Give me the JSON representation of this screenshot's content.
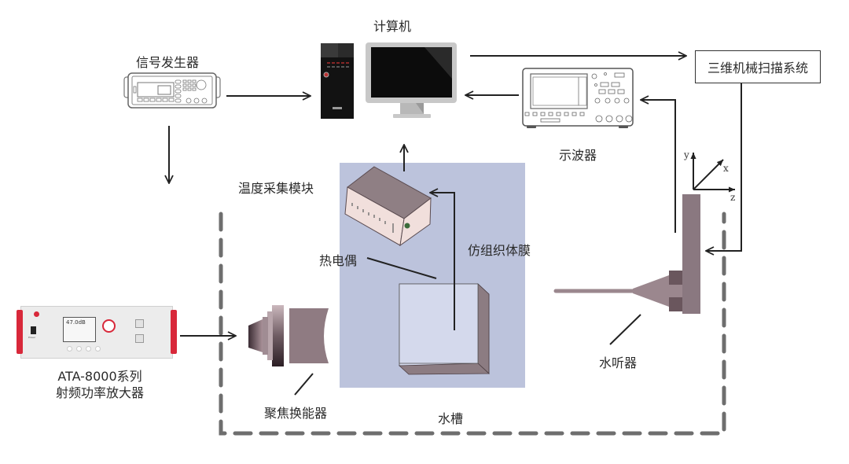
{
  "diagram": {
    "title": "",
    "components": {
      "signal_generator": "信号发生器",
      "computer": "计算机",
      "scanning_system": "三维机械扫描系统",
      "oscilloscope": "示波器",
      "temperature_module": "温度采集模块",
      "thermocouple": "热电偶",
      "tissue_phantom": "仿组织体膜",
      "amplifier_line1": "ATA-8000系列",
      "amplifier_line2": "射频功率放大器",
      "focused_transducer": "聚焦换能器",
      "hydrophone": "水听器",
      "water_tank": "水槽"
    },
    "amplifier_screen": {
      "reading": "47.0dB",
      "power_label": "Power"
    },
    "axes": {
      "x": "x",
      "y": "y",
      "z": "z"
    },
    "connections": [
      {
        "from": "信号发生器",
        "to": "计算机"
      },
      {
        "from": "信号发生器",
        "to": "ATA-8000系列射频功率放大器"
      },
      {
        "from": "ATA-8000系列射频功率放大器",
        "to": "聚焦换能器"
      },
      {
        "from": "计算机",
        "to": "三维机械扫描系统"
      },
      {
        "from": "三维机械扫描系统",
        "to": "水听器"
      },
      {
        "from": "水听器",
        "to": "示波器"
      },
      {
        "from": "示波器",
        "to": "计算机"
      },
      {
        "from": "仿组织体膜",
        "to": "温度采集模块"
      },
      {
        "from": "温度采集模块",
        "to": "计算机"
      }
    ],
    "colors": {
      "phantom_region": "#bcc3dc",
      "device_body": "#8f7f84",
      "device_dark": "#6c5a60",
      "tank_dash": "#6e6e6e",
      "arrow": "#222222",
      "amp_handle": "#d8283a"
    }
  }
}
